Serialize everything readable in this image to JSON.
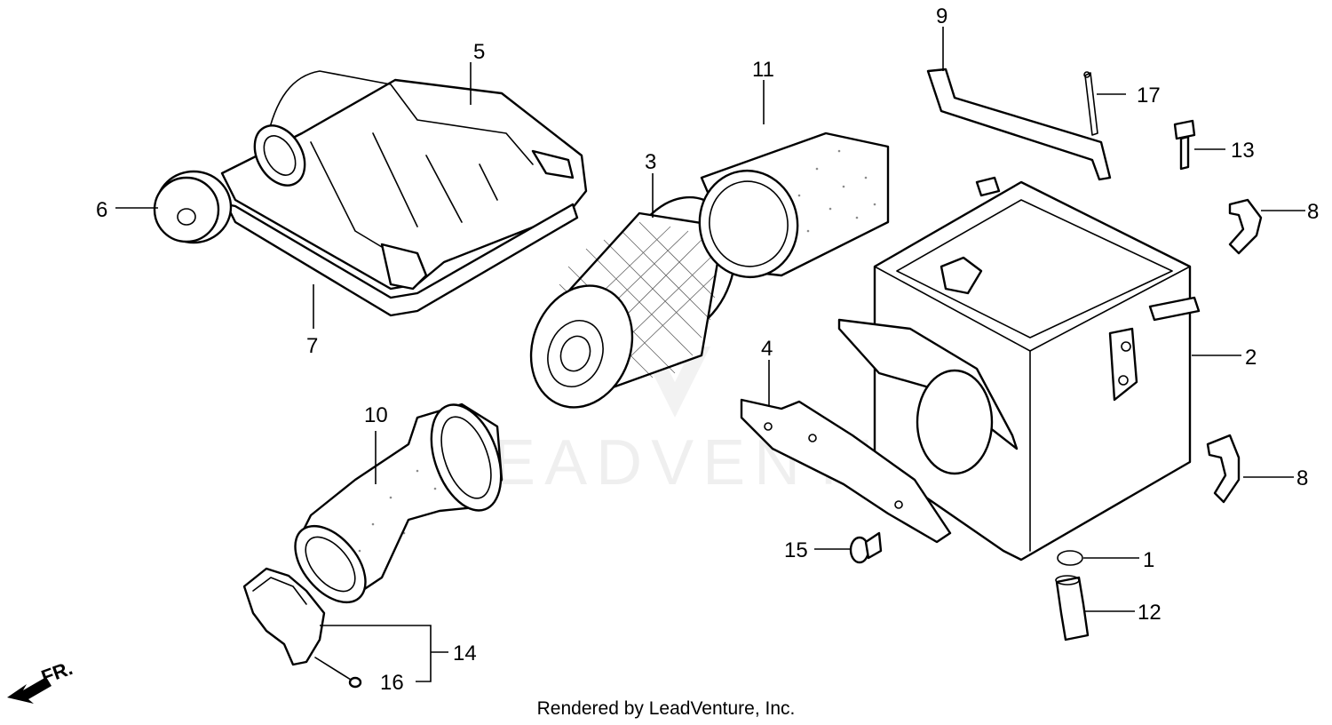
{
  "callouts": [
    {
      "id": "1",
      "label": "1"
    },
    {
      "id": "2",
      "label": "2"
    },
    {
      "id": "3",
      "label": "3"
    },
    {
      "id": "4",
      "label": "4"
    },
    {
      "id": "5",
      "label": "5"
    },
    {
      "id": "6",
      "label": "6"
    },
    {
      "id": "7",
      "label": "7"
    },
    {
      "id": "8a",
      "label": "8"
    },
    {
      "id": "8b",
      "label": "8"
    },
    {
      "id": "9",
      "label": "9"
    },
    {
      "id": "10",
      "label": "10"
    },
    {
      "id": "11",
      "label": "11"
    },
    {
      "id": "12",
      "label": "12"
    },
    {
      "id": "13",
      "label": "13"
    },
    {
      "id": "14",
      "label": "14"
    },
    {
      "id": "15",
      "label": "15"
    },
    {
      "id": "16",
      "label": "16"
    },
    {
      "id": "17",
      "label": "17"
    }
  ],
  "direction_label": "FR.",
  "watermark": "LEADVENTURE",
  "footer": {
    "credit": "Rendered by LeadVenture, Inc."
  }
}
